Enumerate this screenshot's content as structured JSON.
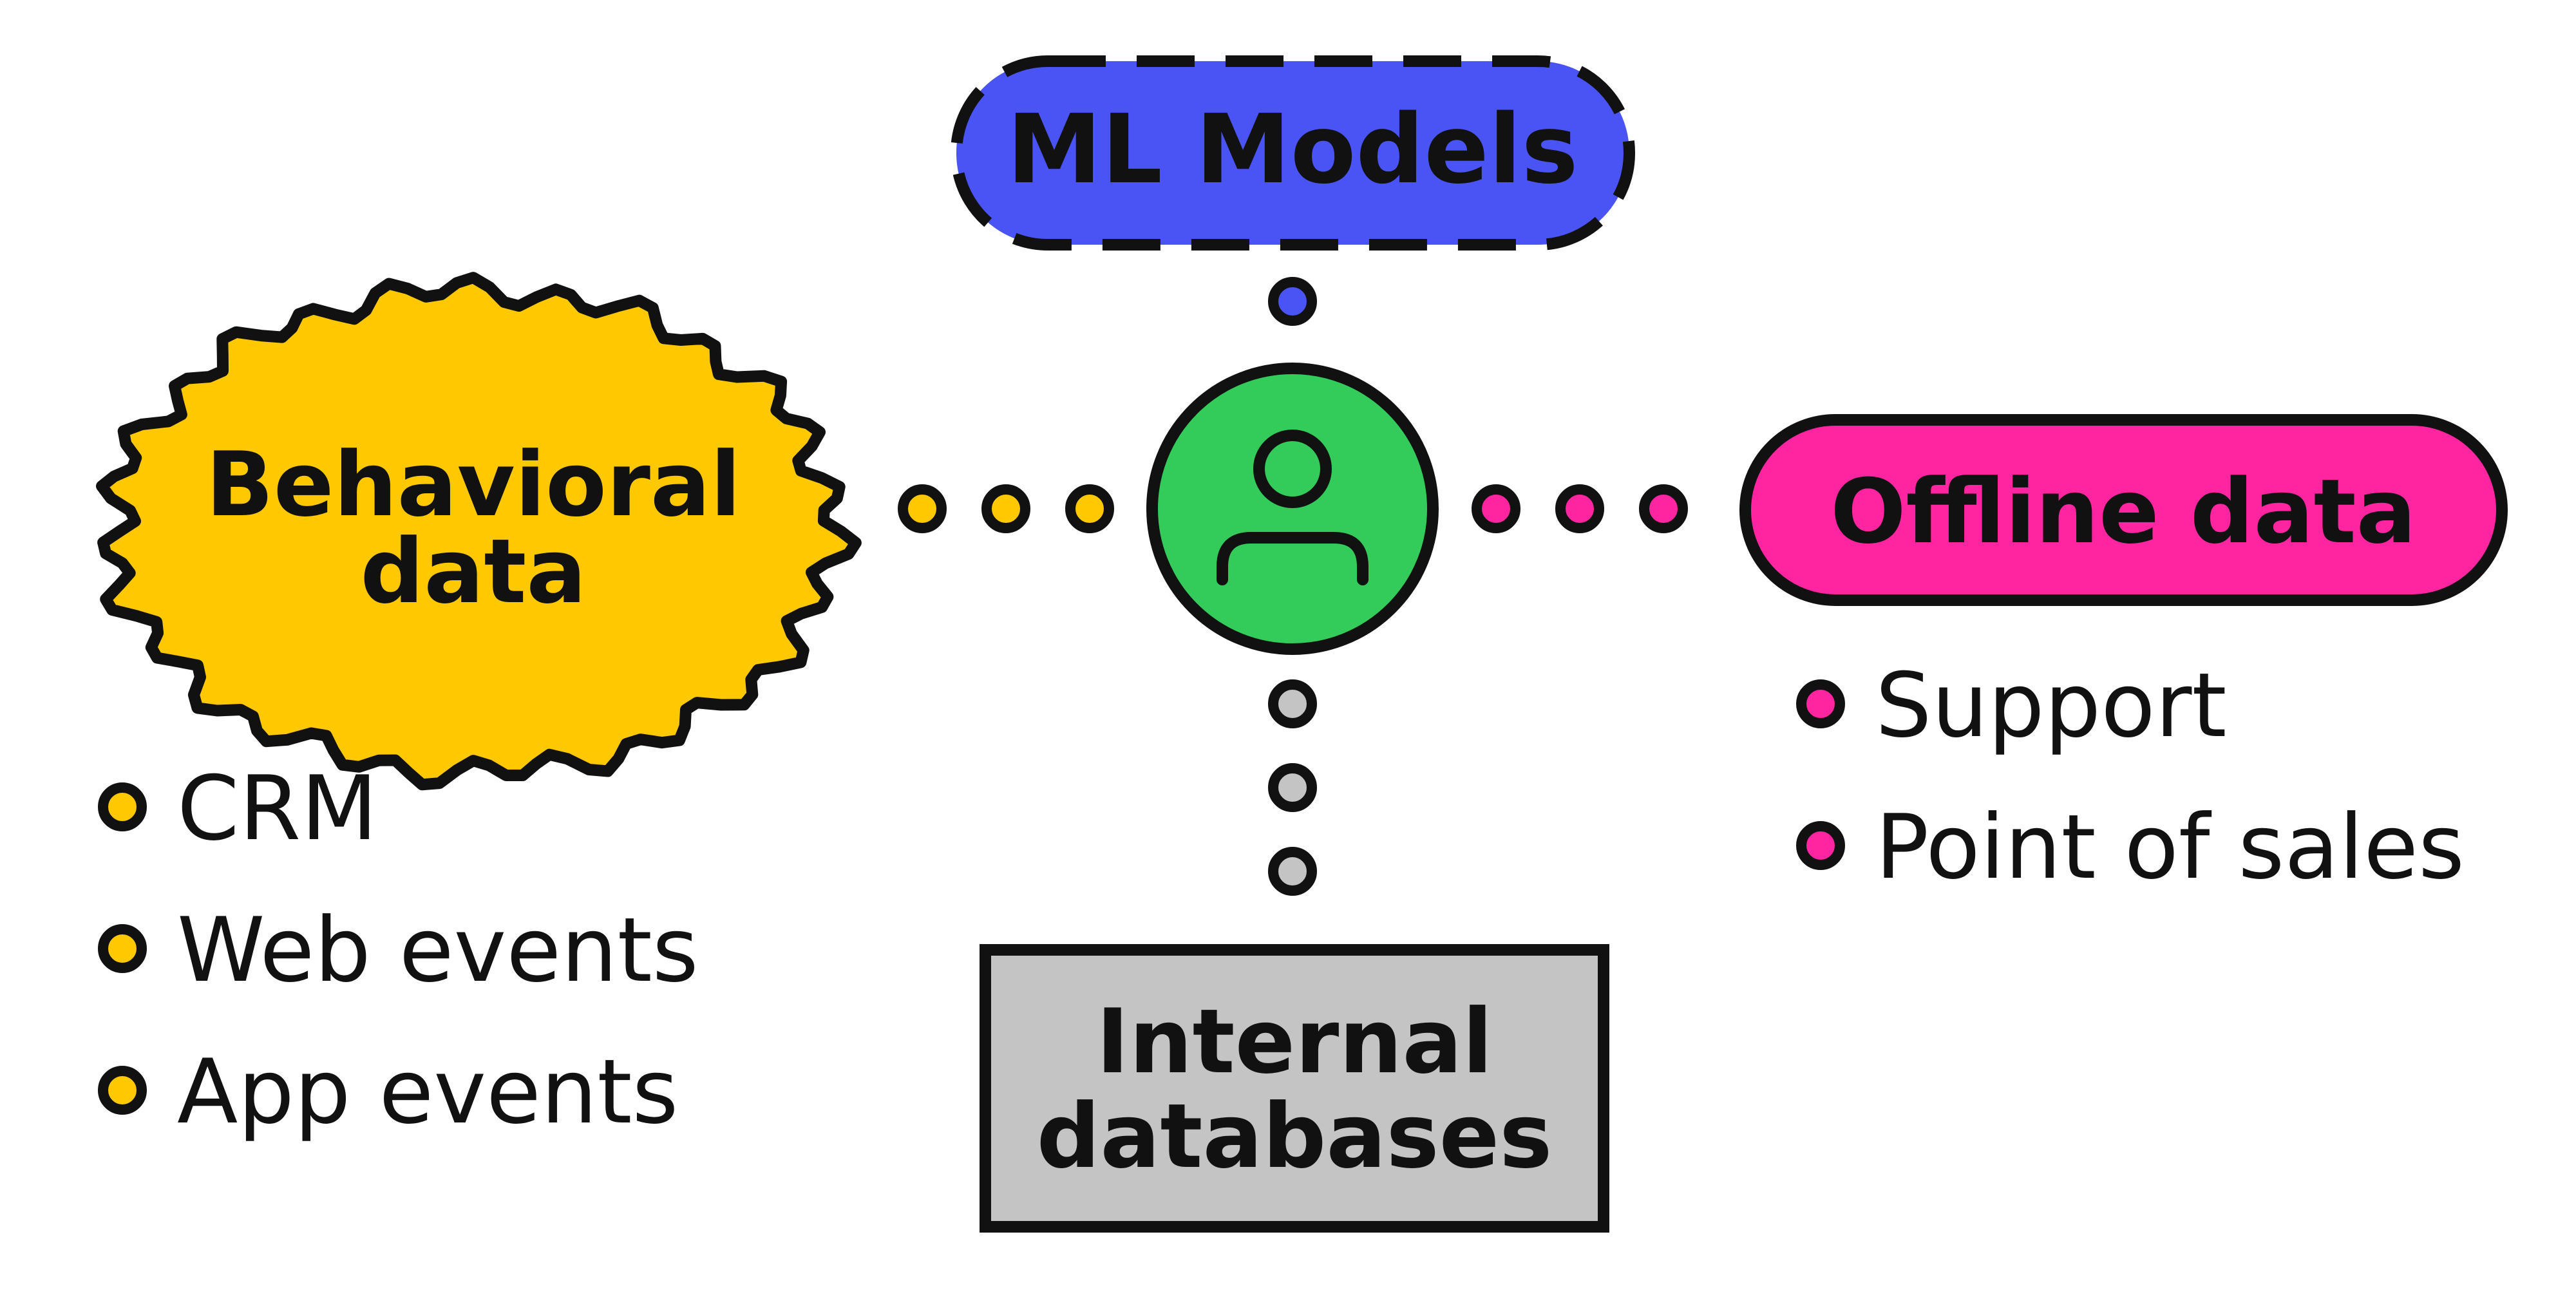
{
  "center": {
    "icon": "user-icon"
  },
  "nodes": {
    "ml_models": {
      "label": "ML Models"
    },
    "behavioral": {
      "line1": "Behavioral",
      "line2": "data"
    },
    "offline": {
      "label": "Offline data"
    },
    "internal": {
      "line1": "Internal",
      "line2": "databases"
    }
  },
  "lists": {
    "behavioral": [
      "CRM",
      "Web events",
      "App events"
    ],
    "offline": [
      "Support",
      "Point of sales"
    ]
  },
  "colors": {
    "stroke": "#111111",
    "ml": "#4a53f3",
    "behavioral": "#ffc800",
    "offline": "#ff249f",
    "internal": "#c4c4c4",
    "center": "#33cc5a"
  }
}
